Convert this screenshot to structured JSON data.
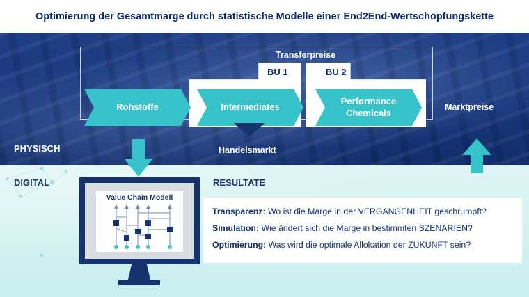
{
  "title": "Optimierung der Gesamtmarge durch statistische Modelle einer End2End-Wertschöpfungskette",
  "physical": {
    "label": "PHYSISCH",
    "transfer_label": "Transferpreise",
    "bu1_label": "BU 1",
    "bu2_label": "BU 2",
    "steps": [
      {
        "label": "Rohstoffe"
      },
      {
        "label": "Intermediates"
      },
      {
        "label_line1": "Performance",
        "label_line2": "Chemicals"
      }
    ],
    "handelsmarkt_label": "Handelsmarkt",
    "marktpreise_label": "Marktpreise"
  },
  "digital": {
    "label": "DIGITAL",
    "model_title": "Value Chain Modell",
    "results_title": "RESULTATE",
    "results": [
      {
        "term": "Transparenz:",
        "text": " Wo ist die Marge in der VERGANGENHEIT geschrumpft?"
      },
      {
        "term": "Simulation:",
        "text": " Wie ändert sich die Marge in bestimmten SZENARIEN?"
      },
      {
        "term": "Optimierung:",
        "text": " Was wird die optimale Allokation der ZUKUNFT sein?"
      }
    ]
  },
  "colors": {
    "navy": "#15336f",
    "teal": "#36c3c9",
    "title": "#0d2a6b"
  }
}
